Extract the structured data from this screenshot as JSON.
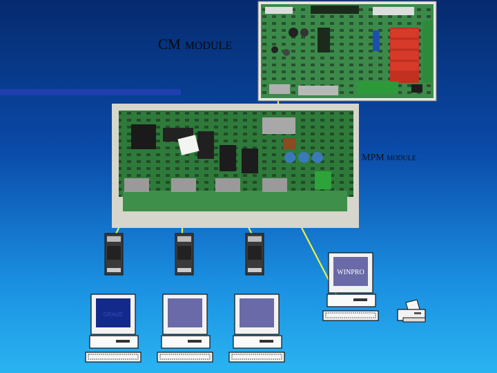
{
  "labels": {
    "cm_main": "CM",
    "cm_sub": "MODULE",
    "mpm_main": "MPM",
    "mpm_sub": "MODULE",
    "winpro": "WINPRO",
    "screen_text": "GRAUE"
  },
  "colors": {
    "background_top": "#062a6e",
    "background_bottom": "#2ab4f2",
    "connector_line": "#f0f040",
    "board_green": "#2e7a3a",
    "accent_bar": "#1f3fb0"
  },
  "components": [
    {
      "name": "cm-module-board",
      "type": "circuit-board-photo"
    },
    {
      "name": "mpm-module-board",
      "type": "circuit-board-photo"
    },
    {
      "name": "converter-1",
      "type": "interface-converter"
    },
    {
      "name": "converter-2",
      "type": "interface-converter"
    },
    {
      "name": "converter-3",
      "type": "interface-converter"
    },
    {
      "name": "computer-1",
      "type": "desktop-computer"
    },
    {
      "name": "computer-2",
      "type": "desktop-computer"
    },
    {
      "name": "computer-3",
      "type": "desktop-computer"
    },
    {
      "name": "computer-winpro",
      "type": "desktop-computer"
    },
    {
      "name": "printer",
      "type": "printer"
    }
  ]
}
